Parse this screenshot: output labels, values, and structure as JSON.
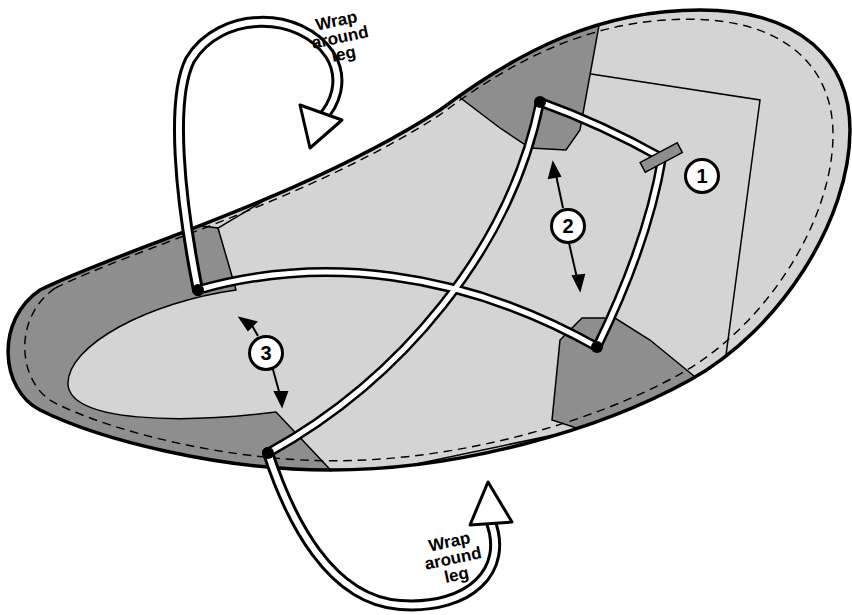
{
  "diagram": {
    "labels": [
      "Wrap around leg",
      "1",
      "2",
      "3",
      "Wrap around leg"
    ]
  }
}
